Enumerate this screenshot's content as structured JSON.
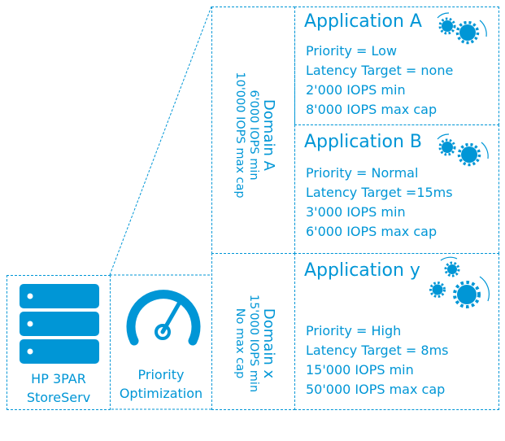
{
  "storage": {
    "line1": "HP 3PAR",
    "line2": "StoreServ",
    "icon": "server-rack-icon"
  },
  "optimization": {
    "line1": "Priority",
    "line2": "Optimization",
    "icon": "speedometer-icon"
  },
  "domains": [
    {
      "name": "Domain A",
      "min": "6'000 IOPS min",
      "cap": "10'000 IOPS max cap"
    },
    {
      "name": "Domain x",
      "min": "15'000 IOPS min",
      "cap": "No max cap"
    }
  ],
  "applications": [
    {
      "title": "Application A",
      "priority": "Priority = Low",
      "latency": "Latency Target = none",
      "min": "2'000 IOPS min",
      "max": "8'000 IOPS max cap",
      "icon": "spinning-gears-icon"
    },
    {
      "title": "Application B",
      "priority": "Priority = Normal",
      "latency": "Latency Target =15ms",
      "min": "3'000 IOPS min",
      "max": "6'000 IOPS max cap",
      "icon": "spinning-gears-icon"
    },
    {
      "title": "Application y",
      "priority": "Priority = High",
      "latency": "Latency Target = 8ms",
      "min": "15'000 IOPS min",
      "max": "50'000 IOPS max cap",
      "icon": "spinning-gears-icon"
    }
  ],
  "colors": {
    "accent": "#0096d6"
  }
}
